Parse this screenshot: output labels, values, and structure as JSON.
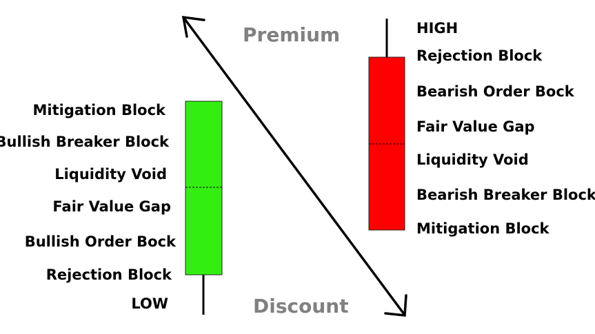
{
  "zones": {
    "premium": "Premium",
    "discount": "Discount"
  },
  "bullish_candle": {
    "color": "#33ee11",
    "labels": {
      "mitigation_block": "Mitigation Block",
      "bullish_breaker_block": "Bullish Breaker Block",
      "liquidity_void": "Liquidity Void",
      "fair_value_gap": "Fair Value Gap",
      "bullish_order_bock": "Bullish Order Bock",
      "rejection_block": "Rejection Block",
      "low": "LOW"
    }
  },
  "bearish_candle": {
    "color": "#ff0000",
    "labels": {
      "high": "HIGH",
      "rejection_block": "Rejection Block",
      "bearish_order_bock": "Bearish Order Bock",
      "fair_value_gap": "Fair Value Gap",
      "liquidity_void": "Liquidity Void",
      "bearish_breaker_block": "Bearish Breaker Block",
      "mitigation_block": "Mitigation Block"
    }
  }
}
